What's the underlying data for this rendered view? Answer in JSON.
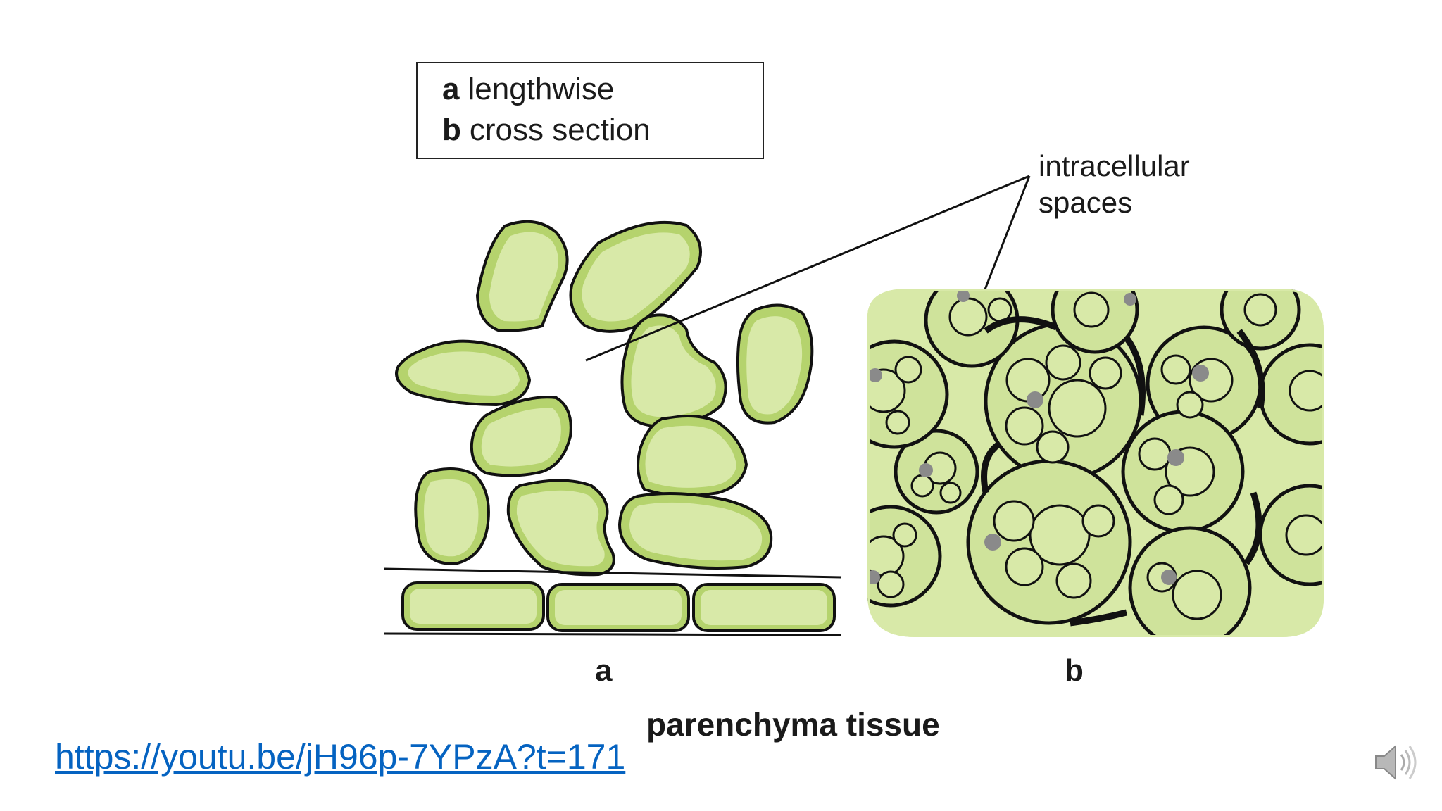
{
  "legend": {
    "a_key": "a",
    "a_text": "lengthwise",
    "b_key": "b",
    "b_text": "cross section"
  },
  "callout_label_line1": "intracellular",
  "callout_label_line2": "spaces",
  "panel_a_label": "a",
  "panel_b_label": "b",
  "caption": "parenchyma tissue",
  "link_text": "https://youtu.be/jH96p-7YPzA?t=171",
  "icons": {
    "speaker": "speaker-icon"
  },
  "colors": {
    "cell_fill": "#d4e6a3",
    "cell_rim": "#b5d36d",
    "outline": "#111111",
    "link": "#0563c1",
    "granule": "#8a8a8a"
  }
}
